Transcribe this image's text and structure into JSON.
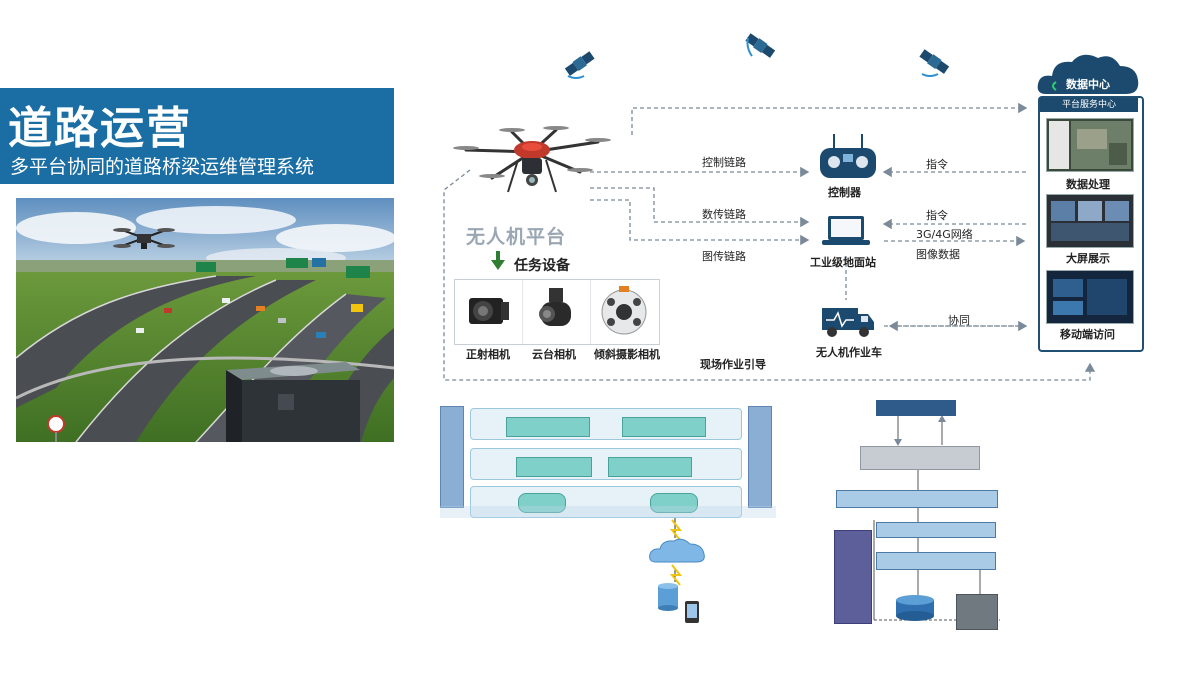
{
  "banner": {
    "title": "道路运营",
    "subtitle": "多平台协同的道路桥梁运维管理系统"
  },
  "uav": {
    "title": "无人机平台",
    "task_equipment": "任务设备",
    "cameras": [
      "正射相机",
      "云台相机",
      "倾斜摄影相机"
    ]
  },
  "links": {
    "control": "控制链路",
    "data": "数传链路",
    "image": "图传链路",
    "command1": "指令",
    "command2": "指令",
    "network": "3G/4G网络",
    "image_data": "图像数据",
    "collab": "协同",
    "field_guide": "现场作业引导"
  },
  "devices": {
    "controller": "控制器",
    "ground_station": "工业级地面站",
    "vehicle": "无人机作业车"
  },
  "data_center": {
    "cloud": "数据中心",
    "header": "平台服务中心",
    "items": [
      "数据处理",
      "大屏展示",
      "移动端访问"
    ]
  },
  "colors": {
    "banner": "#1a6ea4",
    "arrow": "#7a8a99",
    "navy": "#1c4a6e"
  }
}
